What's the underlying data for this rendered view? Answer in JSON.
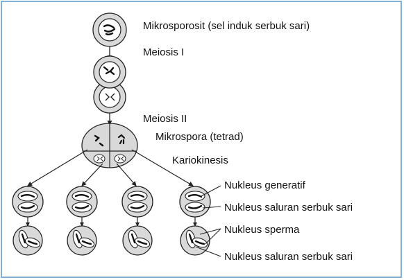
{
  "labels": {
    "mikrosporosit": "Mikrosporosit (sel induk serbuk sari)",
    "meiosis1": "Meiosis I",
    "meiosis2": "Meiosis II",
    "tetrad": "Mikrospora (tetrad)",
    "kariokinesis": "Kariokinesis",
    "generatif": "Nukleus generatif",
    "saluran1": "Nukleus saluran serbuk sari",
    "sperma": "Nukleus sperma",
    "saluran2": "Nukleus saluran serbuk sari"
  },
  "colors": {
    "frame": "#7fb0d8",
    "cell_fill": "#d9d9d9",
    "cell_inner": "#ffffff",
    "stroke": "#222222"
  }
}
